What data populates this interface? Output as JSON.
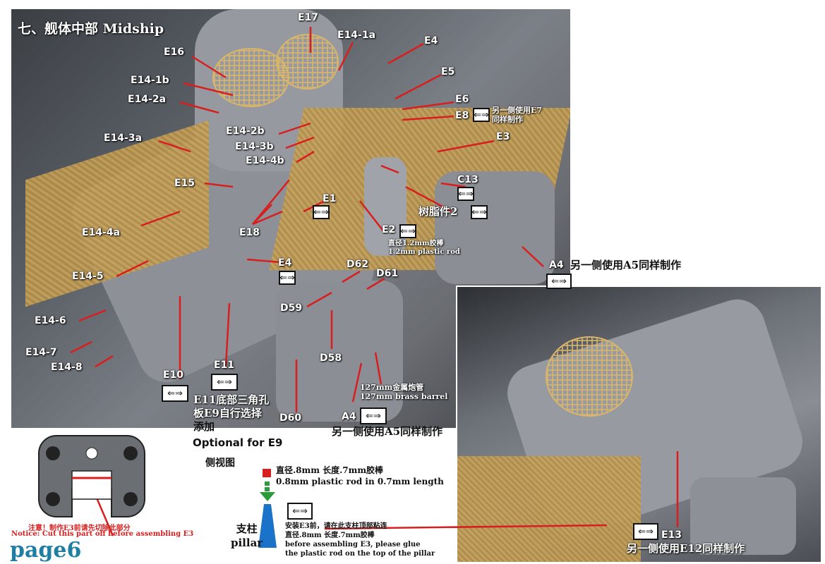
{
  "section_title": "七、舰体中部 Midship",
  "page_label": "page6",
  "labels": {
    "E17": "E17",
    "E14_1a": "E14-1a",
    "E4_top": "E4",
    "E16": "E16",
    "E5": "E5",
    "E14_1b": "E14-1b",
    "E6": "E6",
    "E14_2a": "E14-2a",
    "E8": "E8",
    "E3": "E3",
    "E14_2b": "E14-2b",
    "E14_3a": "E14-3a",
    "E14_3b": "E14-3b",
    "E14_4b": "E14-4b",
    "C13": "C13",
    "E15": "E15",
    "E1": "E1",
    "E14_4a": "E14-4a",
    "E18": "E18",
    "E2": "E2",
    "E4_mid": "E4",
    "D62": "D62",
    "D61": "D61",
    "A4_right": "A4",
    "E14_5": "E14-5",
    "D59": "D59",
    "E14_6": "E14-6",
    "E14_7": "E14-7",
    "D58": "D58",
    "E14_8": "E14-8",
    "E10": "E10",
    "E11": "E11",
    "A4_bottom": "A4",
    "D60": "D60",
    "E13": "E13"
  },
  "notes": {
    "e8_note_l1": "另一侧使用E7",
    "e8_note_l2": "同样制作",
    "resin_part": "树脂件2",
    "rod_cn": "直径1.2mm胶棒",
    "rod_en": "1.2mm plastic rod",
    "a4_right_note": "另一侧使用A5同样制作",
    "barrel_cn": "127mm金属炮管",
    "barrel_en": "127mm brass barrel",
    "e11_l1": "E11底部三角孔",
    "e11_l2": "板E9自行选择",
    "e11_l3": "添加",
    "e11_en": "Optional for E9",
    "a4_bottom_note": "另一侧使用A5同样制作",
    "side_view": "侧视图",
    "rod2_cn": "直径.8mm 长度.7mm胶棒",
    "rod2_en": "0.8mm plastic rod in 0.7mm length",
    "pillar_cn": "支柱",
    "pillar_en": "pillar",
    "glue_cn_l1": "安装E3前，请在此支柱顶部粘连",
    "glue_cn_l2": "直径.8mm 长度.7mm胶棒",
    "glue_en_l1": "before assembling E3, please glue",
    "glue_en_l2": "the plastic rod on the top of the pillar",
    "cut_cn": "注意！制作E3前请先切除此部分",
    "cut_en": "Notice: Cut this part off before assembling E3",
    "e13_note": "另一侧使用E12同样制作"
  },
  "icons": {
    "direction": "double-arrow-icon"
  },
  "colors": {
    "leader": "#d81e1e",
    "brass": "#c9a45a",
    "grey": "#8d9197",
    "page_label": "#1f7fa3",
    "pillar": "#1a73c8"
  }
}
